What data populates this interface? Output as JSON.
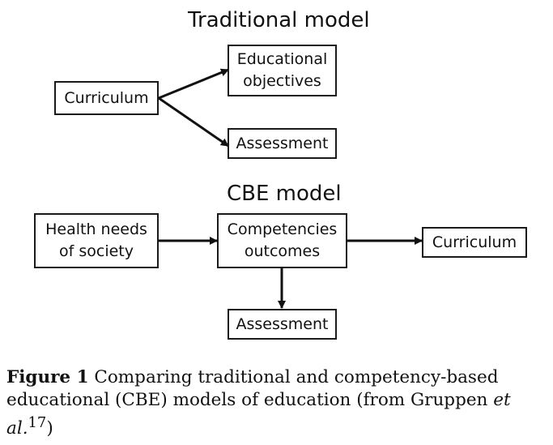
{
  "traditional": {
    "title": "Traditional model",
    "curriculum": "Curriculum",
    "objectives": "Educational\nobjectives",
    "assessment": "Assessment"
  },
  "cbe": {
    "title": "CBE model",
    "health_needs": "Health needs\nof society",
    "competencies": "Competencies\noutcomes",
    "curriculum": "Curriculum",
    "assessment": "Assessment"
  },
  "caption": {
    "label": "Figure 1",
    "text": " Comparing traditional and competency-based educational (CBE) models of education (from Gruppen ",
    "etal": "et al.",
    "ref": "17",
    "close": ")"
  }
}
